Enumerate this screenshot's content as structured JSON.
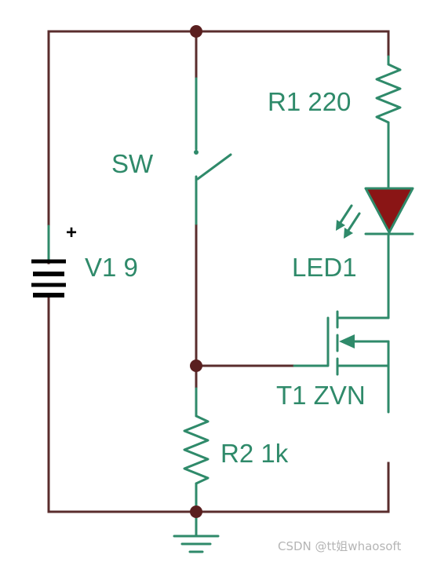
{
  "labels": {
    "switch": "SW",
    "battery": "V1 9",
    "battery_polarity": "+",
    "resistor1": "R1 220",
    "led": "LED1",
    "transistor": "T1 ZVN",
    "resistor2": "R2 1k"
  },
  "watermark": "CSDN @tt姐whaosoft",
  "colors": {
    "wire": "#5a2d2d",
    "component": "#2f8a6a",
    "node": "#5a1f1f",
    "led_fill": "#8a1515"
  },
  "icons": {
    "battery": "battery-symbol",
    "switch": "spst-switch-symbol",
    "resistor": "zigzag-resistor-symbol",
    "led": "led-diode-symbol",
    "transistor": "n-channel-mosfet-symbol",
    "ground": "ground-symbol"
  }
}
